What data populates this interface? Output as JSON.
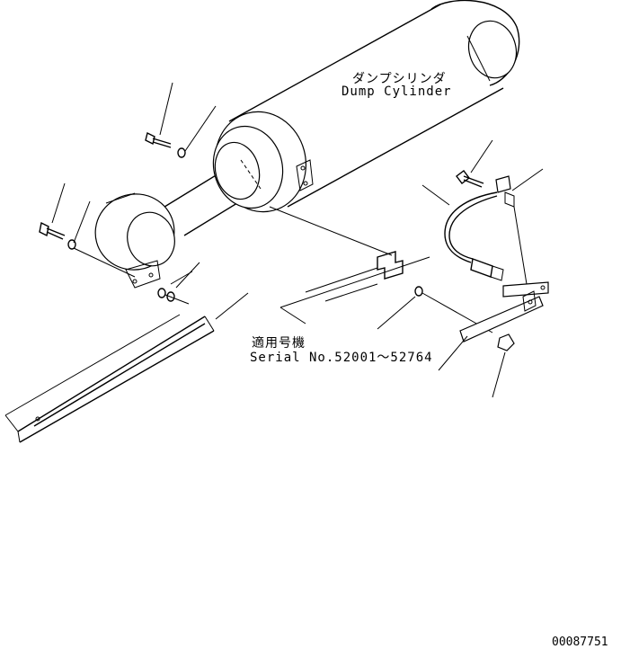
{
  "diagram": {
    "cylinder_label_jp": "ダンプシリンダ",
    "cylinder_label_en": "Dump Cylinder",
    "applicability_label_jp": "適用号機",
    "serial_label": "Serial No.52001～52764",
    "drawing_number": "00087751"
  }
}
